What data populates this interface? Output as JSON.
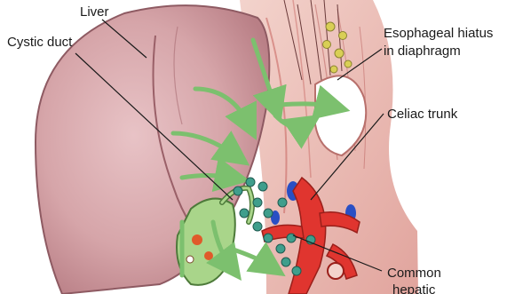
{
  "labels": {
    "liver": "Liver",
    "cystic_duct": "Cystic duct",
    "esophageal_hiatus_line1": "Esophageal hiatus",
    "esophageal_hiatus_line2": "in diaphragm",
    "celiac_trunk": "Celiac trunk",
    "common_hepatic_line1": "Common",
    "common_hepatic_line2": "hepatic"
  },
  "colors": {
    "liver_fill": "#d7a9ad",
    "liver_edge": "#8e5a62",
    "diaphragm_fill": "#e8b9b3",
    "muscle_red": "#c94a44",
    "lymph_flow": "#7cc06e",
    "lymph_node": "#3f9e8c",
    "vein_blue": "#2a4fc4",
    "artery_red": "#e0352f",
    "gallbladder_green": "#a9d58a",
    "node_yellow": "#d9cf55"
  }
}
